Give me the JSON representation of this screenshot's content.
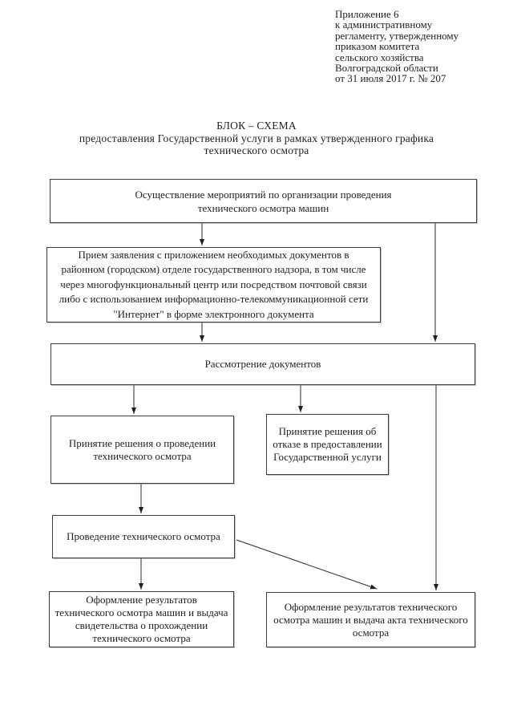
{
  "document": {
    "annex": {
      "lines": [
        "Приложение 6",
        "к административному",
        "регламенту, утвержденному",
        "приказом комитета",
        "сельского хозяйства",
        "Волгоградской области",
        "от 31 июля 2017 г. № 207"
      ]
    },
    "title": {
      "line1": "БЛОК – СХЕМА",
      "line2": "предоставления Государственной услуги в рамках утвержденного графика",
      "line3": "технического осмотра"
    }
  },
  "diagram": {
    "nodes": {
      "organize": {
        "label": "Осуществление мероприятий по организации проведения\nтехнического осмотра машин"
      },
      "intake": {
        "label": "Прием заявления с приложением необходимых документов в\nрайонном (городском) отделе государственного надзора, в том числе\nчерез многофункциональный центр или посредством почтовой связи\nлибо с использованием информационно-телекоммуникационной сети\n\"Интернет\" в форме электронного документа"
      },
      "review": {
        "label": "Рассмотрение документов"
      },
      "approve": {
        "label": "Принятие решения о проведении\nтехнического осмотра"
      },
      "refuse": {
        "label": "Принятие решения об\nотказе в предоставлении\nГосударственной услуги"
      },
      "inspect": {
        "label": "Проведение технического осмотра"
      },
      "certificate": {
        "label": "Оформление результатов\nтехнического осмотра машин и выдача\nсвидетельства о прохождении\nтехнического осмотра"
      },
      "act": {
        "label": "Оформление результатов технического\nосмотра машин и выдача акта технического\nосмотра"
      }
    },
    "edges": [
      {
        "from": "organize",
        "to": "intake"
      },
      {
        "from": "organize",
        "to": "review"
      },
      {
        "from": "intake",
        "to": "review"
      },
      {
        "from": "review",
        "to": "approve"
      },
      {
        "from": "review",
        "to": "refuse"
      },
      {
        "from": "review",
        "to": "act"
      },
      {
        "from": "approve",
        "to": "inspect"
      },
      {
        "from": "inspect",
        "to": "certificate"
      },
      {
        "from": "inspect",
        "to": "act"
      }
    ]
  },
  "colors": {
    "ink": "#1f1f1f",
    "border": "#3d3d3d",
    "background": "#ffffff"
  }
}
